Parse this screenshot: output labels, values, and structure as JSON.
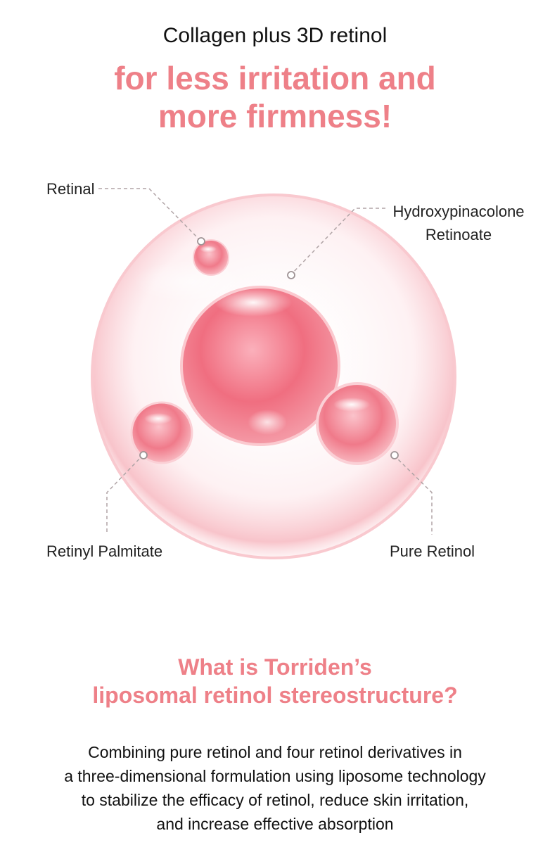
{
  "header": {
    "eyebrow": "Collagen plus 3D retinol",
    "headline_line1": "for less irritation and",
    "headline_line2": "more firmness!"
  },
  "diagram": {
    "labels": {
      "retinal": "Retinal",
      "hpr_line1": "Hydroxypinacolone",
      "hpr_line2": "Retinoate",
      "retinyl_palmitate": "Retinyl Palmitate",
      "pure_retinol": "Pure Retinol"
    },
    "colors": {
      "accent": "#ee8088",
      "bubble_core": "#f06e80",
      "bubble_outer": "#fbd3d8",
      "leader_line": "#b0a4a6"
    }
  },
  "section": {
    "title_line1": "What is Torriden’s",
    "title_line2": "liposomal retinol stereostructure?",
    "body_lines": [
      "Combining pure retinol and four retinol derivatives in",
      "a three-dimensional formulation using liposome technology",
      "to stabilize the efficacy of retinol, reduce skin irritation,",
      "and increase effective absorption"
    ]
  }
}
